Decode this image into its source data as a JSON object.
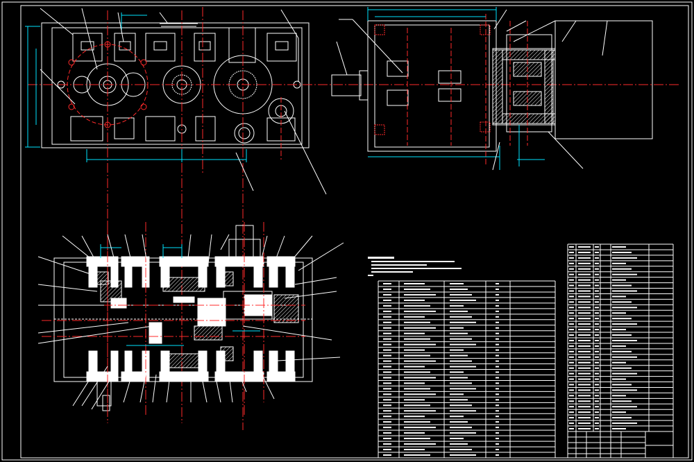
{
  "colors": {
    "background": "#000000",
    "outline": "#ffffff",
    "centerline": "#ff2a2a",
    "dimension": "#00e5ff",
    "section": "#ffffff",
    "frame": "#ffffff",
    "leader": "#ffffff"
  },
  "drawing": {
    "views": [
      "top-view",
      "side-view",
      "section-view"
    ],
    "tables": [
      "parts-list-middle",
      "parts-list-right",
      "title-block"
    ]
  }
}
